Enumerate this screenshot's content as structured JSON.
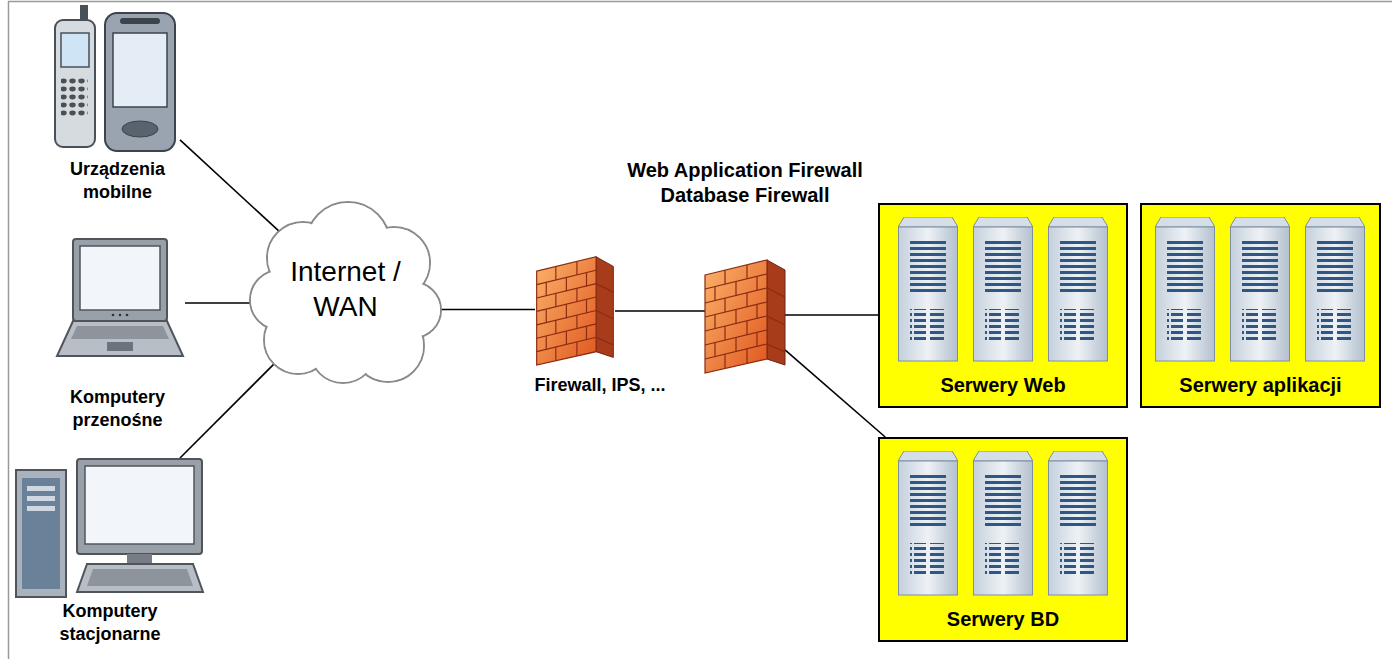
{
  "diagram": {
    "nodes": [
      {
        "text": [
          "Urządzenia mobilne"
        ]
      },
      {
        "text": [
          "Komputery przenośne"
        ]
      },
      {
        "text": [
          "Komputery stacjonarne"
        ]
      },
      {
        "text": [
          "Internet / WAN"
        ]
      },
      {
        "text": [
          "Firewall, IPS, ..."
        ]
      },
      {
        "text": [
          "Web Application Firewall Database Firewall"
        ]
      },
      {
        "text": [
          "Serwery Web"
        ]
      },
      {
        "text": [
          "Serwery aplikacji"
        ]
      },
      {
        "text": [
          "Serwery BD"
        ]
      }
    ],
    "edges": [
      {
        "from": 0,
        "to": 3,
        "arrow": "none"
      },
      {
        "from": 1,
        "to": 3,
        "arrow": "none"
      },
      {
        "from": 2,
        "to": 3,
        "arrow": "none"
      },
      {
        "from": 3,
        "to": 4,
        "arrow": "none"
      },
      {
        "from": 4,
        "to": 5,
        "arrow": "none"
      },
      {
        "from": 5,
        "to": 6,
        "arrow": "none"
      },
      {
        "from": 5,
        "to": 8,
        "arrow": "none"
      }
    ]
  }
}
